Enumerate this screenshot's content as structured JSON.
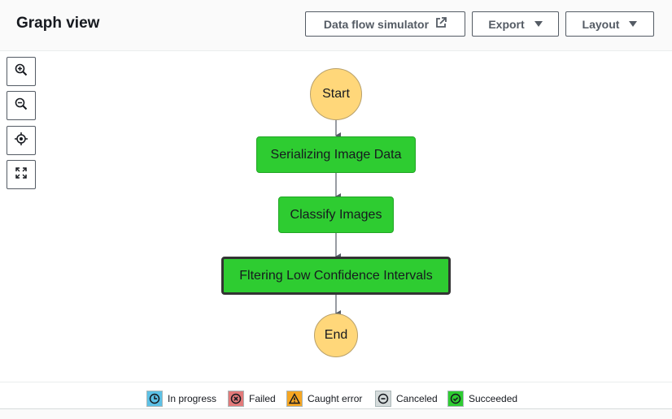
{
  "header": {
    "title": "Graph view",
    "buttons": {
      "simulator": "Data flow simulator",
      "export": "Export",
      "layout": "Layout"
    }
  },
  "toolbar": {
    "icons": [
      "zoom-in-icon",
      "zoom-out-icon",
      "center-icon",
      "fit-screen-icon"
    ]
  },
  "graph": {
    "start": "Start",
    "steps": [
      "Serializing Image Data",
      "Classify Images",
      "Fltering Low Confidence Intervals"
    ],
    "end": "End",
    "selected_step": "Fltering Low Confidence Intervals"
  },
  "legend": {
    "items": [
      {
        "label": "In progress",
        "color": "#5dc1e6"
      },
      {
        "label": "Failed",
        "color": "#e27a7a"
      },
      {
        "label": "Caught error",
        "color": "#f5a623"
      },
      {
        "label": "Canceled",
        "color": "#d5dbdb"
      },
      {
        "label": "Succeeded",
        "color": "#2ecc31"
      }
    ]
  },
  "colors": {
    "task": "#2ecc31",
    "terminal": "#ffd77a",
    "edge": "#545b64"
  }
}
